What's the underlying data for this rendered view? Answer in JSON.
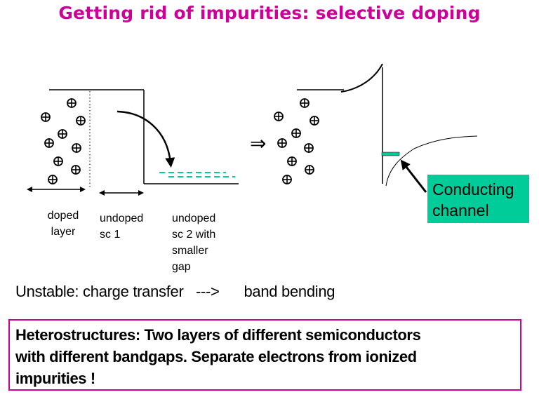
{
  "title": "Getting rid of impurities: selective doping",
  "diagram": {
    "labels": {
      "doped_layer_1": "doped",
      "doped_layer_2": "layer",
      "sc1_1": "undoped",
      "sc1_2": "sc 1",
      "sc2_1": "undoped",
      "sc2_2": "sc 2 with",
      "sc2_3": "smaller",
      "sc2_4": "gap"
    },
    "impurity_symbol": "⊕",
    "transition_symbol": "⇒",
    "callout": {
      "line1": "Conducting",
      "line2": "channel"
    },
    "colors": {
      "accent_green": "#00cc99",
      "title_magenta": "#cc0099"
    },
    "ionized_impurities_left_count": 9,
    "ionized_impurities_right_count": 9
  },
  "caption": "Unstable: charge transfer   --->      band bending",
  "summary": {
    "line1": "Heterostructures: Two layers of different semiconductors",
    "line2": "with different bandgaps.   Separate electrons from ionized",
    "line3": "impurities !"
  }
}
